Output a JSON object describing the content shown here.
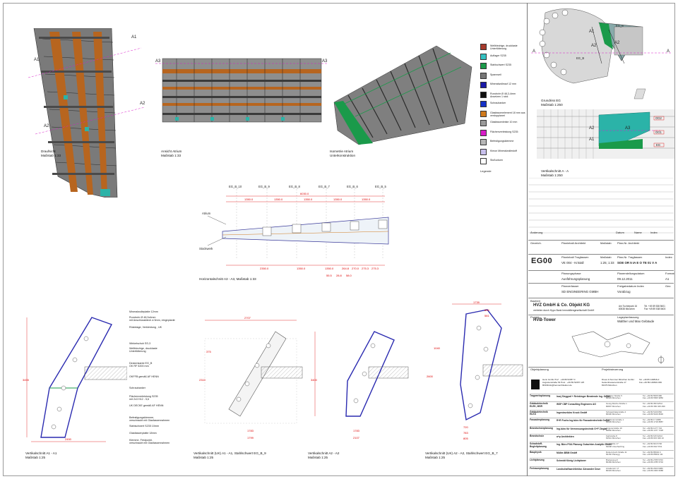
{
  "views": {
    "top": {
      "caption": "Draufsicht\nMaßstab 1:33",
      "markers": [
        "A1",
        "A1",
        "A2",
        "A2"
      ]
    },
    "atrium": {
      "caption": "Ansicht Atrium\nMaßstab 1:33",
      "markers": [
        "A3",
        "A3"
      ]
    },
    "iso": {
      "caption": "Isometrie Atrium\nUnterkonstruktion"
    },
    "plan": {
      "caption": "Grundriss EG\nMaßstab 1:250",
      "markers": [
        "A1",
        "A2",
        "A",
        "A",
        "A2",
        "EG_B",
        "EG_6"
      ]
    },
    "sectionAA": {
      "caption": "Vertikalschnitt A - A\nMaßstab 1:250",
      "markers": [
        "A2",
        "A3",
        "A1"
      ],
      "levels": [
        "OG2",
        "OG1",
        "EG"
      ]
    },
    "horizontal": {
      "caption": "Horizontalschnitt A3 - A3, Maßstab 1:33",
      "axes": [
        "EG_B_10",
        "EG_B_9",
        "EG_B_8",
        "EG_B_7",
        "EG_B_6",
        "EG_B_5"
      ],
      "topDims": [
        "6030.0",
        "1350.0",
        "1350.0",
        "1350.0",
        "1350.0",
        "1350.0"
      ],
      "bottomDims": [
        "2350.0",
        "1350.0",
        "1350.0",
        "264.8",
        "270.0",
        "275.3",
        "275.3"
      ],
      "labels": [
        "Atrium",
        "Stockwerk"
      ],
      "small": [
        "55.5",
        "28.8",
        "58.0"
      ]
    },
    "v1": {
      "caption": "Vertikalschnitt A1 - A1\nMaßstab 1:25",
      "width": "2450",
      "height": "3455"
    },
    "v2": {
      "caption": "Vertikalschnitt (UK) A1 - A1, Stahlschwert EG_B_9\nMaßstab 1:25",
      "dims": [
        "2707",
        "1783",
        "2310",
        "1799",
        "375"
      ]
    },
    "v3": {
      "caption": "Vertikalschnitt A2 - A2\nMaßstab 1:25",
      "dims": [
        "3400",
        "1783",
        "2107"
      ]
    },
    "v4": {
      "caption": "Vertikalschnitt (UK) A2 - A2, Stahlschwert EG_B_7\nMaßstab 1:25",
      "dims": [
        "1739",
        "694",
        "581",
        "2600",
        "1040",
        "720",
        "783",
        "805"
      ]
    }
  },
  "annotations": [
    "Mineralwolleplatte 12mm",
    "Rundrohr Ø 48,3x4mm\nmit Anschlussblech à 5mm, eingeplankt",
    "Rüstelage, Verkleidung , UK",
    "Winkelschuh SS-3",
    "Wellblechige, drucklaste\nUnterfütterung",
    "Deckenkante EG_B\nOK RF 5200 mm",
    "OKFFB gemäß AF HENN",
    "Schraubanker",
    "Flächenverleistung S235\nmit 2x3 H12 - 5,6",
    "UK DECKE gemäß AF HENN",
    "Befestigungsklemme,\nverschraubt mit Glasfassenrahmen",
    "Stahlschwert S235 10mm",
    "Glasfassenplatte 18mm",
    "Klemme, Festpunkt,\nverschraubt mit Glasfassenrahmen"
  ],
  "legend": {
    "title": "Legende",
    "items": [
      {
        "label": "Wellblechige, drucklaste\nUnterfütterung",
        "color": "#a63a2c"
      },
      {
        "label": "Auflager S235",
        "color": "#33c1c1"
      },
      {
        "label": "Stahlschwert S235",
        "color": "#1a9a4a"
      },
      {
        "label": "Spannseil",
        "color": "#777777"
      },
      {
        "label": "Mineralwolleauf 12 mm",
        "color": "#1a1aa8"
      },
      {
        "label": "Rundrohr Ø 48,3-4mm\nAnsetzen 1 stck",
        "color": "#111111"
      },
      {
        "label": "Schraubanker",
        "color": "#1632c8"
      },
      {
        "label": "Glasfassenelement 18 mm aus\nverdopplanet",
        "color": "#d07a1c"
      },
      {
        "label": "Glasfassenleiste 10 mm",
        "color": "#9a9a9a"
      },
      {
        "label": "Flächenverleistung S235",
        "color": "#d81cc8"
      },
      {
        "label": "Befestigungsklemme",
        "color": "#b7b7b7"
      },
      {
        "label": "Kimon Mineralwollestoff",
        "color": "#c8c0ec"
      },
      {
        "label": "Stoßvoluen",
        "color": "#ffffff"
      }
    ]
  },
  "titleblock": {
    "revisionHeader": [
      "Änderung",
      "Datum",
      "Name",
      "Index"
    ],
    "planRow1": [
      "Gezeich.",
      "Planinhalt Architekt",
      "Maßstab",
      "Plan-Nr. Architekt"
    ],
    "code": "EG00",
    "planRow2": [
      "Gezeichnet",
      "Planinhalt Tragfassen",
      "Maßstab",
      "Plan-Nr. Tragfassen",
      "Index"
    ],
    "planContent": "VE 004 - Kristall",
    "scale": "1:25; 1:33",
    "planNumber": "SOE  OR  5  IA  E  O  TE  01  V  A",
    "statusLabels": [
      "Planungsphase",
      "Planerstellungsdatum",
      "Format"
    ],
    "status": "Ausführungsplanung",
    "date": "09.12.2011",
    "format": "A1",
    "plannerLabels": [
      "Planverfasser",
      "Freigabedatum Index",
      "Gez."
    ],
    "planner": "SD ENGINEERING GMBH",
    "stage": "Vorabzug",
    "clientLabel": "Bauherr",
    "client": "HVZ GmbH & Co. Objekt KG",
    "clientSub": "vertreten durch Hypo Bank Immobiliengesellschaft GmbH",
    "clientAddr": "Am Tucherpark 16\n80538 München",
    "clientTel": "Tel. +49 89 538 5601\nFax +49 89 538 5603",
    "projectLabel": "Projekt",
    "project": "HVB-Tower",
    "locationLabel": "Lageplanfassung",
    "location": "Walther und Max Gebäude",
    "objectLabel": "Objektplanung",
    "objectLabel2": "Projektsteuerung",
    "architect": "Henn GmbH TLZ · +49 89 52357 0\nAugustenstraße 54 Post · +49 89 52357 125\n80333info@hennarchitekten.de",
    "steering": "Drees & Sommer München GmbH\nGeisenhausenerstraße 17\n81379 München",
    "steeringTel": "Tel. +49 89 149816-0\nFax +49 89 149816-499",
    "consultants": [
      {
        "role": "Tragwerksplanung",
        "name": "Isarj Sieggraf + Reinbinger Beratende Ing. GmbH",
        "addr": "Brienner Straße 5\n80333 München",
        "tel": "Tel. +49 89 5505 980\nFax +49 89 5505 9850"
      },
      {
        "role": "Gebäudetechnik\nELEK, MSR",
        "name": "WSP CBP Consulting Engineers AG",
        "addr": "Georg-Muche-Straße 1\n80807 München",
        "tel": "Tel. +49 89 350 925-0\nFax +49 89 350 925-399"
      },
      {
        "role": "Gebäudetechnik\nHLKS",
        "name": "Ingenieurbüro Kruck GmbH",
        "addr": "Schwanthalerstraße 4\n80336 München",
        "tel": "Tel. +49 89 5109 860\nFax +49 89 5109 8630"
      },
      {
        "role": "Fassadenplanung",
        "name": "R+R Fuchs Ing.büro für Fassadentechnik GmbH",
        "addr": "Bruckmannstraße 1\n80639 München",
        "tel": "Tel. +49 89 17 1888\nFax +49 89 1718 8887"
      },
      {
        "role": "Brandschutzplanung",
        "name": "Ing.büro für Vermessungstechnik G+F Zieglar",
        "addr": "Ungererstraße 19\n80802 München",
        "tel": "Tel. +49 89 1477 722\nFax +49 89 1477 7228"
      },
      {
        "role": "Brandschutz",
        "name": "a+p Architekten",
        "addr": "Karlstraße 8\n81541 München",
        "tel": "Tel. +49 89 615 929-0\nFax +49 89 615 929 10"
      },
      {
        "role": "Schadstoff-\nBegleitplanung",
        "name": "Ing. Büro PGA Planung Gutachten Analytik GmbH",
        "addr": "Dorfstraße 17\n82008 Unterhaching",
        "tel": "Tel. +49 89 664 5700\nFax +49 89 664 5701"
      },
      {
        "role": "Bauphysik",
        "name": "Müller-BBM GmbH",
        "addr": "Robert-Koch-Straße 11\n82152 Planegg",
        "tel": "Tel. +49 89 85602 0\nFax +49 89 85602 111"
      },
      {
        "role": "Lichtplanung",
        "name": "Schmidt König Lichtplaner",
        "addr": "Breitenweg 6\n80469 München",
        "tel": "Tel. +49 89 2785 5700\nFax +49 89 2785 5702"
      },
      {
        "role": "Freiraumplanung",
        "name": "Landschaftsarchitektur Alexander Dove",
        "addr": "Amalienstr. 17\n80333 München",
        "tel": "Tel. +49 89 2303 6080\nFax +49 89 2303 6088"
      }
    ]
  }
}
